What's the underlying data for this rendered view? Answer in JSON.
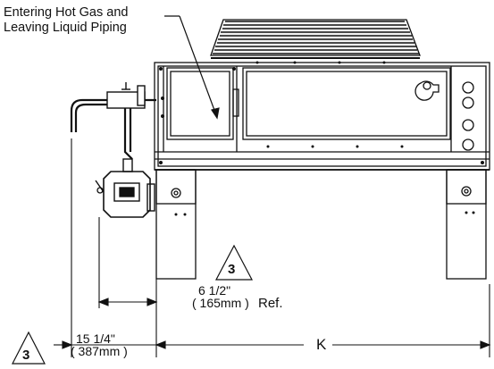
{
  "callout": {
    "line1": "Entering Hot Gas and",
    "line2": "Leaving Liquid Piping"
  },
  "dimensions": {
    "inner_imperial": "6 1/2\"",
    "inner_metric": "( 165mm )",
    "ref_label": "Ref.",
    "outer_imperial": "15 1/4\"",
    "outer_metric": "( 387mm )",
    "width_label": "K"
  },
  "revision_marks": [
    "3",
    "3"
  ],
  "colors": {
    "line": "#111111",
    "background": "#ffffff"
  }
}
